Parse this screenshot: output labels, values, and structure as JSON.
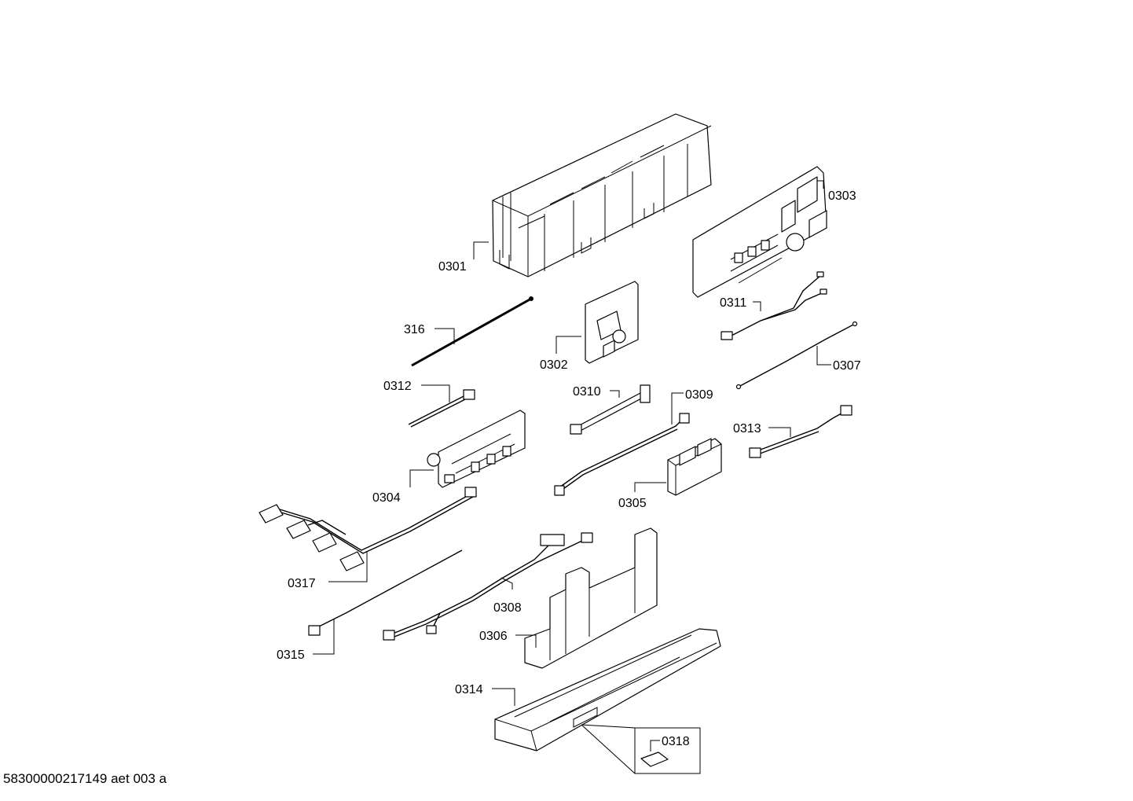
{
  "document_id": "58300000217149 aet 003 a",
  "parts": {
    "p0301": "0301",
    "p0302": "0302",
    "p0303": "0303",
    "p0304": "0304",
    "p0305": "0305",
    "p0306": "0306",
    "p0307": "0307",
    "p0308": "0308",
    "p0309": "0309",
    "p0310": "0310",
    "p0311": "0311",
    "p0312": "0312",
    "p0313": "0313",
    "p0314": "0314",
    "p0315": "0315",
    "p316": "316",
    "p0317": "0317",
    "p0318": "0318"
  }
}
